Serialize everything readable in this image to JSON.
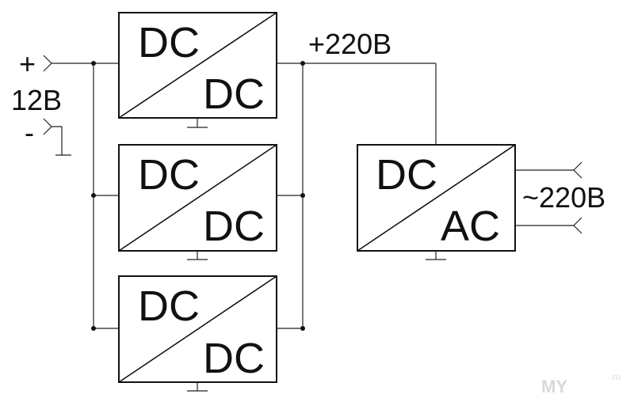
{
  "input": {
    "plus_sign": "+",
    "voltage": "12В",
    "minus_sign": "-"
  },
  "converters": [
    {
      "top_label": "DC",
      "bottom_label": "DC"
    },
    {
      "top_label": "DC",
      "bottom_label": "DC"
    },
    {
      "top_label": "DC",
      "bottom_label": "DC"
    }
  ],
  "bus_label": "+220В",
  "inverter": {
    "top_label": "DC",
    "bottom_label": "AC"
  },
  "output_label": "~220В",
  "watermark": {
    "main": "MY",
    "suffix": ".ru"
  }
}
